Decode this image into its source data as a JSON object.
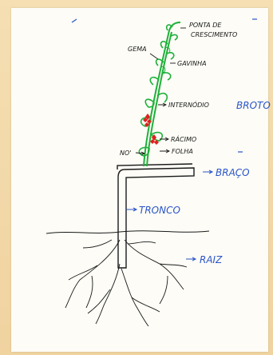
{
  "labels": {
    "ponta_line1": "PONTA DE",
    "ponta_line2": "CRESCIMENTO",
    "gema": "GEMA",
    "gavinha": "GAVINHA",
    "internodio": "INTERNÓDIO",
    "racimo": "RÁCIMO",
    "folha": "FOLHA",
    "no": "NO'",
    "broto": "BROTO",
    "braco": "BRAÇO",
    "tronco": "TRONCO",
    "raiz": "RAIZ"
  },
  "colors": {
    "shoot": "#1fb03a",
    "cluster": "#e02020",
    "ink": "#1a1a1a",
    "blue_ink": "#2a55c9"
  }
}
